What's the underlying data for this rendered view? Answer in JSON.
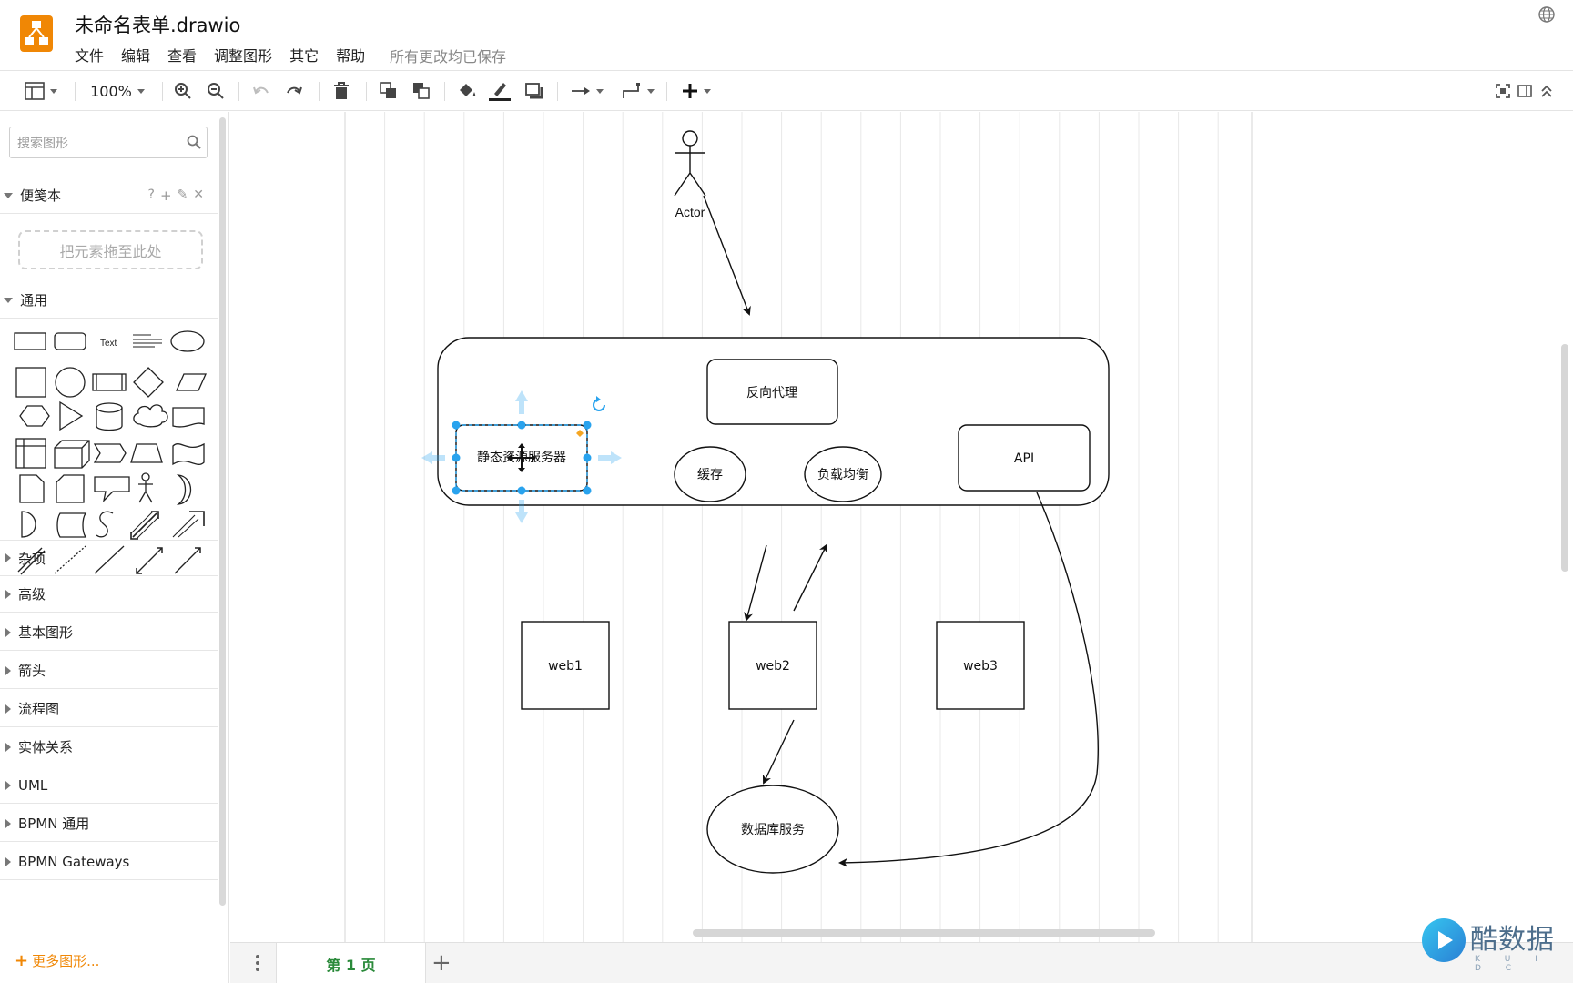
{
  "app": {
    "title": "未命名表单.drawio",
    "save_status": "所有更改均已保存",
    "accent_color": "#f08705"
  },
  "menu": {
    "items": [
      "文件",
      "编辑",
      "查看",
      "调整图形",
      "其它",
      "帮助"
    ]
  },
  "toolbar": {
    "zoom": "100%",
    "icons": [
      "format-panel-icon",
      "zoom-in-icon",
      "zoom-out-icon",
      "undo-icon",
      "redo-icon",
      "delete-icon",
      "to-front-icon",
      "to-back-icon",
      "fill-color-icon",
      "line-color-icon",
      "shadow-icon",
      "connection-icon",
      "waypoints-icon",
      "insert-icon",
      "fullscreen-icon",
      "toggle-panel-icon",
      "collapse-icon"
    ]
  },
  "sidebar": {
    "search_placeholder": "搜索图形",
    "scratchpad": {
      "title": "便笺本",
      "drop_hint": "把元素拖至此处",
      "tools": [
        "?",
        "+",
        "✎",
        "✕"
      ]
    },
    "general_title": "通用",
    "general_text_sample": "Text",
    "sections": [
      "杂项",
      "高级",
      "基本图形",
      "箭头",
      "流程图",
      "实体关系",
      "UML",
      "BPMN 通用",
      "BPMN Gateways"
    ],
    "more_shapes": "更多图形..."
  },
  "diagram": {
    "actor_label": "Actor",
    "reverse_proxy": "反向代理",
    "static_server": "静态资源服务器",
    "cache": "缓存",
    "load_balancer": "负载均衡",
    "api": "API",
    "web1": "web1",
    "web2": "web2",
    "web3": "web3",
    "database": "数据库服务",
    "selection_color": "#29a3ee"
  },
  "pages": {
    "current": "第 1 页",
    "add": "+"
  },
  "watermark": {
    "text": "酷数据",
    "sub": "K U I D C"
  }
}
